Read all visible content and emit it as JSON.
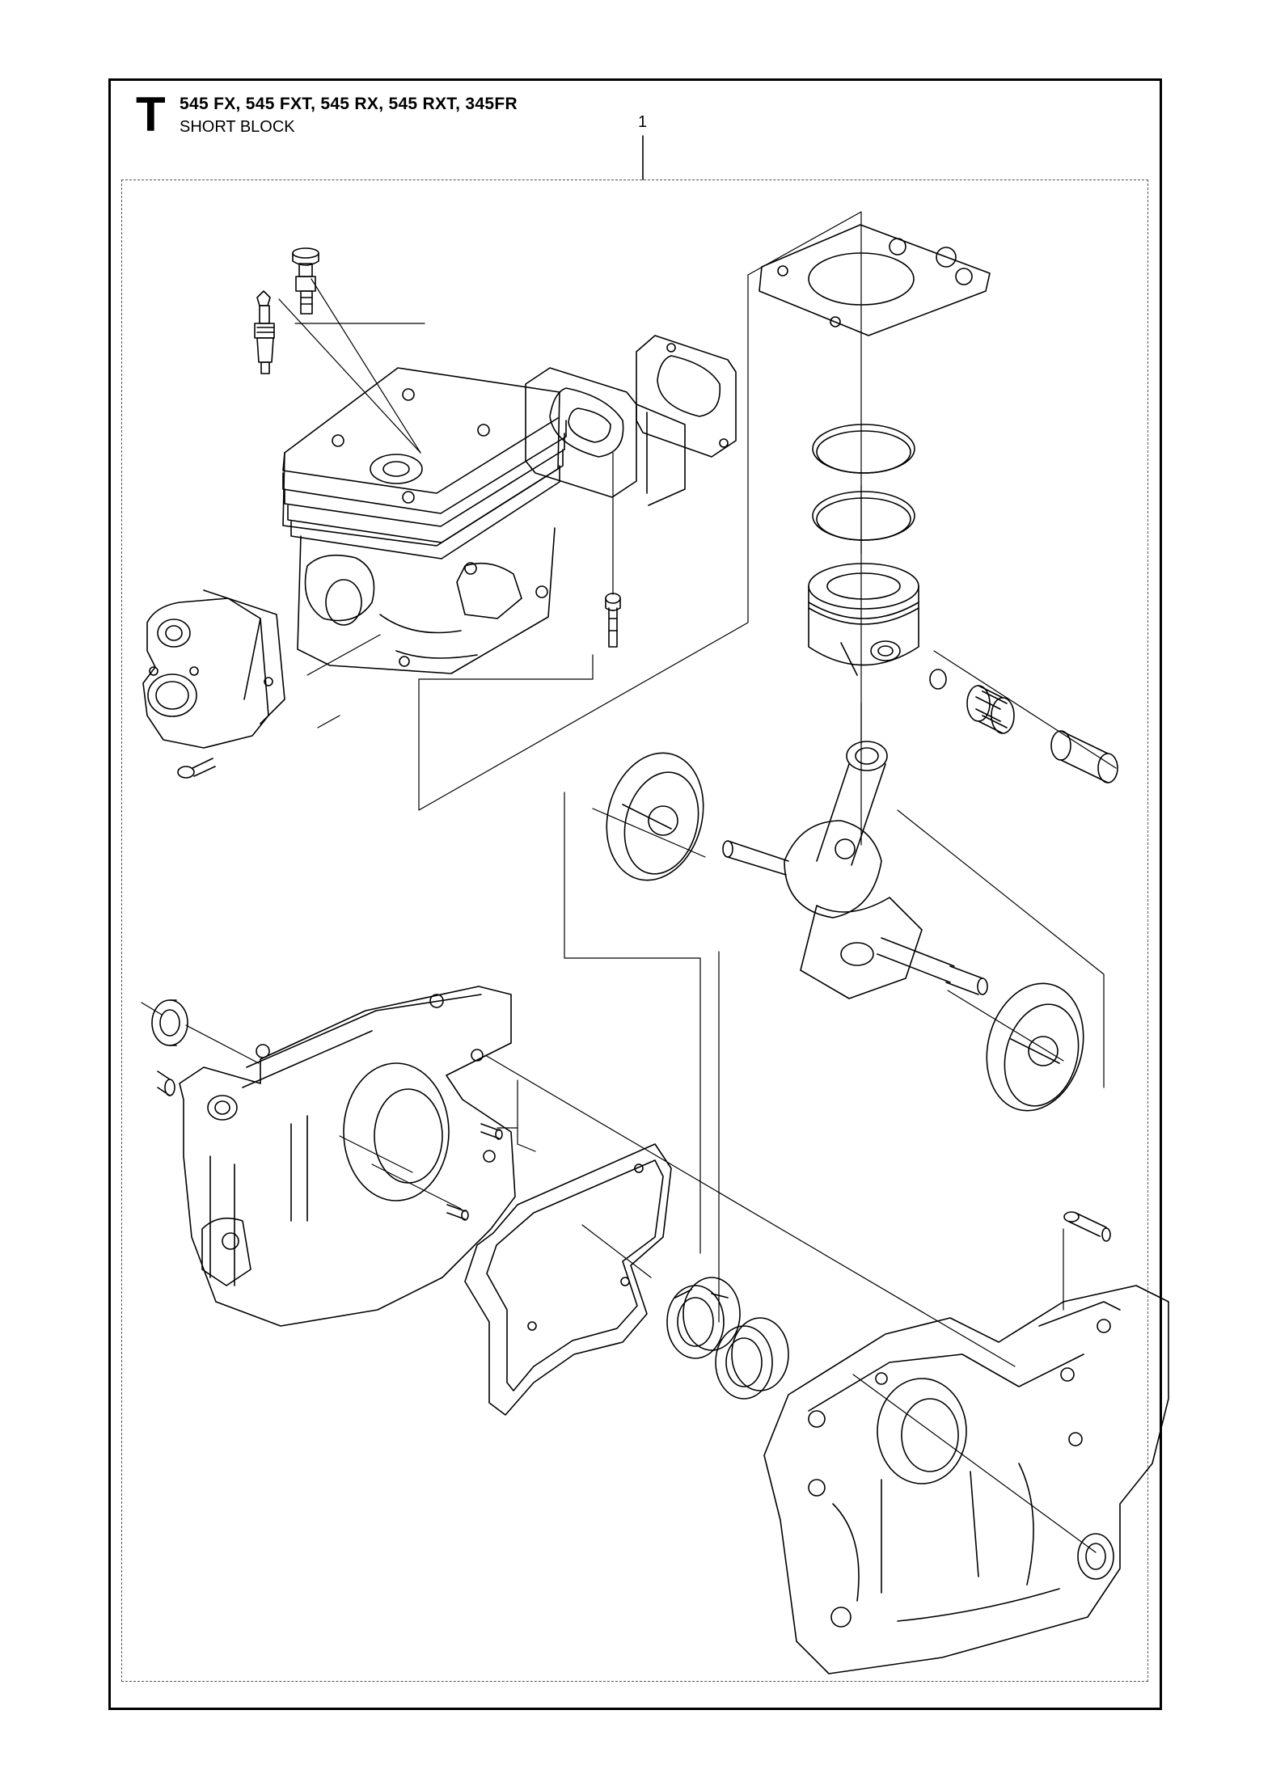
{
  "header": {
    "section_letter": "T",
    "models": "545 FX, 545 FXT, 545 RX, 545 RXT, 345FR",
    "subtitle": "SHORT BLOCK"
  },
  "callouts": {
    "item_1": "1"
  },
  "parts": [
    "spark-plug",
    "decompression-valve",
    "cylinder",
    "muffler-gasket",
    "muffler-spacer",
    "cylinder-gasket",
    "piston-ring-upper",
    "piston-ring-lower",
    "piston",
    "piston-pin-circlip",
    "needle-bearing",
    "piston-pin",
    "intake-manifold",
    "manifold-screw",
    "cylinder-screw",
    "crankshaft",
    "flywheel-side-counterweight",
    "clutch-side-counterweight",
    "crankcase-left",
    "crankcase-right",
    "crankcase-gasket",
    "guide-pins",
    "seal-ring-left",
    "seal-ring-right",
    "ball-bearing-left",
    "ball-bearing-right",
    "crankcase-screw"
  ]
}
